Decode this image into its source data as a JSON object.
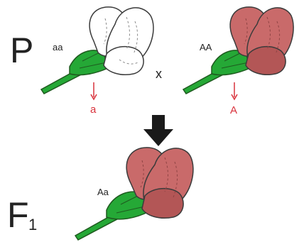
{
  "generation_labels": {
    "parental": "P",
    "f1_main": "F",
    "f1_sub": "1"
  },
  "parent_white": {
    "genotype": "aa",
    "gamete": "a"
  },
  "cross_symbol": "x",
  "parent_red": {
    "genotype": "AA",
    "gamete": "A"
  },
  "offspring": {
    "genotype": "Aa"
  },
  "colors": {
    "stem": "#25a836",
    "stem_outline": "#1f5a1f",
    "white_petal": "#ffffff",
    "red_petal": "#c96a6a",
    "red_petal_dark": "#b35656",
    "outline": "#3b3b3b",
    "gamete_text": "#d9323c",
    "arrow": "#1a1a1a"
  }
}
